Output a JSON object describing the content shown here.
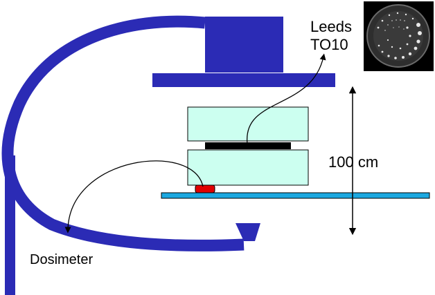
{
  "labels": {
    "leeds_line1": "Leeds",
    "leeds_line2": "TO10",
    "distance": "100 cm",
    "dosimeter": "Dosimeter"
  },
  "colors": {
    "c_arm": "#2b2bb5",
    "plates": "#ccfff0",
    "test_object": "#000000",
    "table_top": "#1ba8e0",
    "dosimeter": "#e00000",
    "thumbnail_bg": "#000000"
  },
  "icons": {
    "test_object_image": "leeds-to10-phantom-image"
  }
}
